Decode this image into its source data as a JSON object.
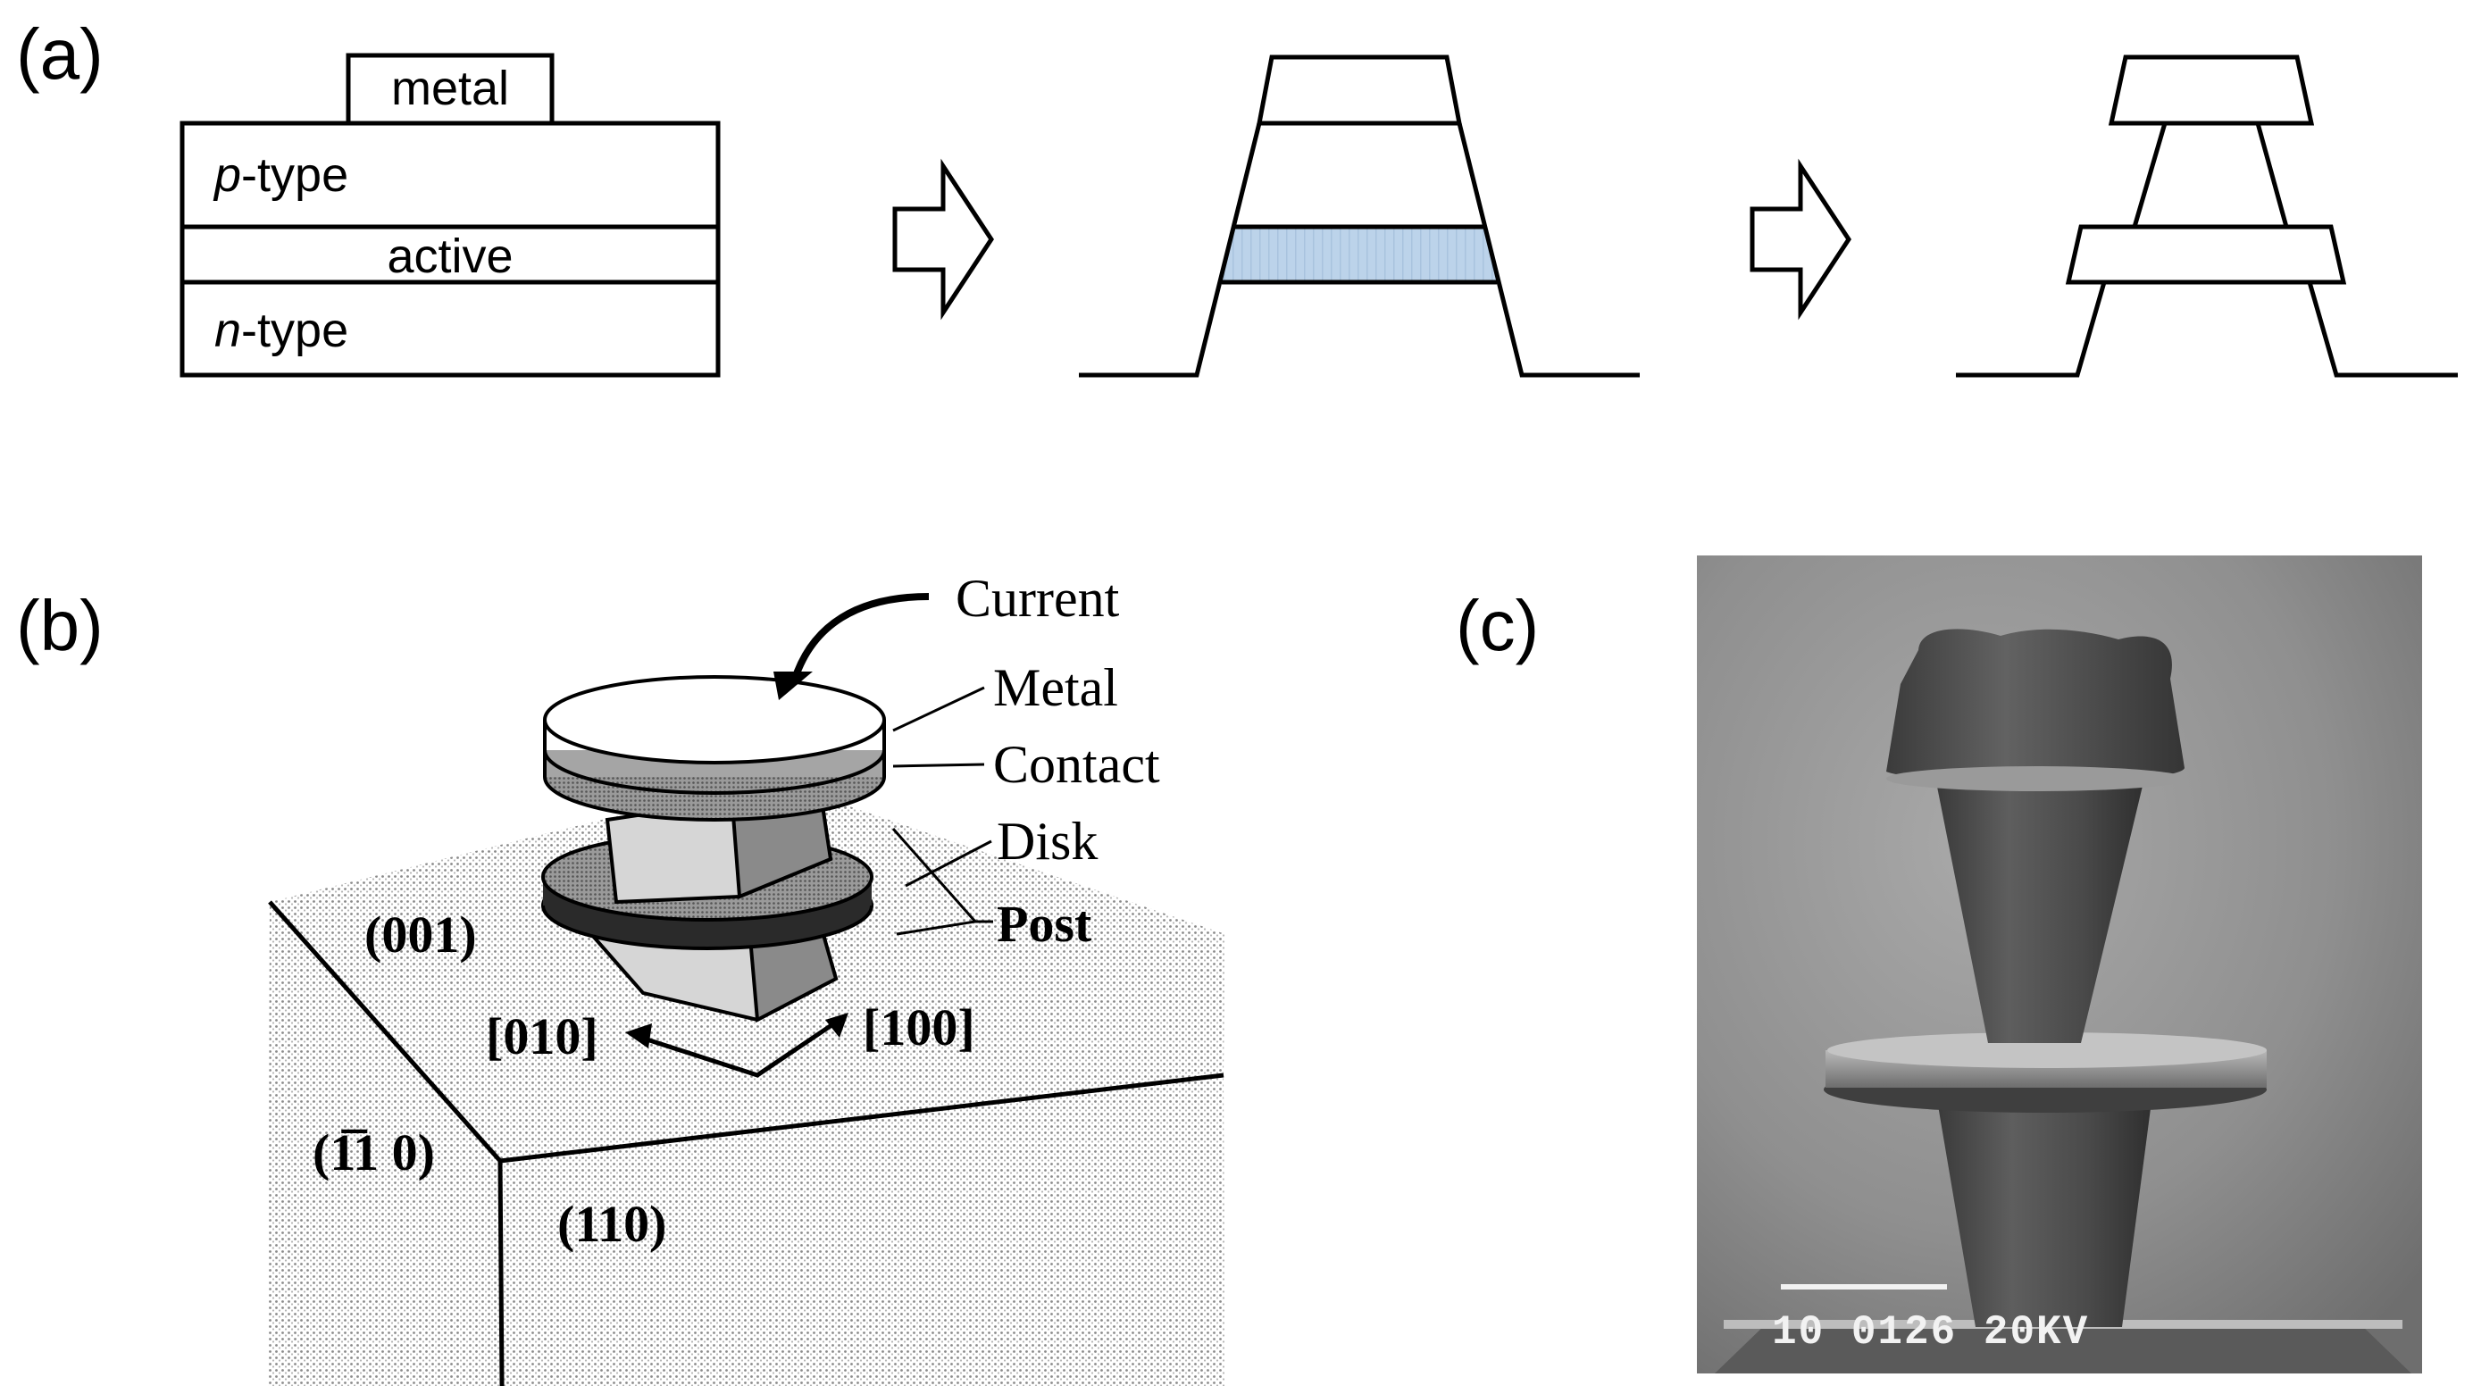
{
  "panels": {
    "a": {
      "label": "(a)",
      "layers": {
        "metal": "metal",
        "p_prefix": "p",
        "p_suffix": "-type",
        "active": "active",
        "n_prefix": "n",
        "n_suffix": "-type"
      }
    },
    "b": {
      "label": "(b)",
      "callouts": {
        "current": "Current",
        "metal": "Metal",
        "contact": "Contact",
        "disk": "Disk",
        "post": "Post"
      },
      "crystal": {
        "plane_001": "(001)",
        "plane_1bar10": "(1̅1 0)",
        "plane_110": "(110)",
        "dir_010": "[010]",
        "dir_100": "[100]"
      }
    },
    "c": {
      "label": "(c)",
      "sem_text": "10 0126 20KV"
    }
  },
  "colors": {
    "active_layer": "#bcd3ea",
    "metal_hatch": "#d4d4d4",
    "sem_background": "#8e8e8e"
  }
}
